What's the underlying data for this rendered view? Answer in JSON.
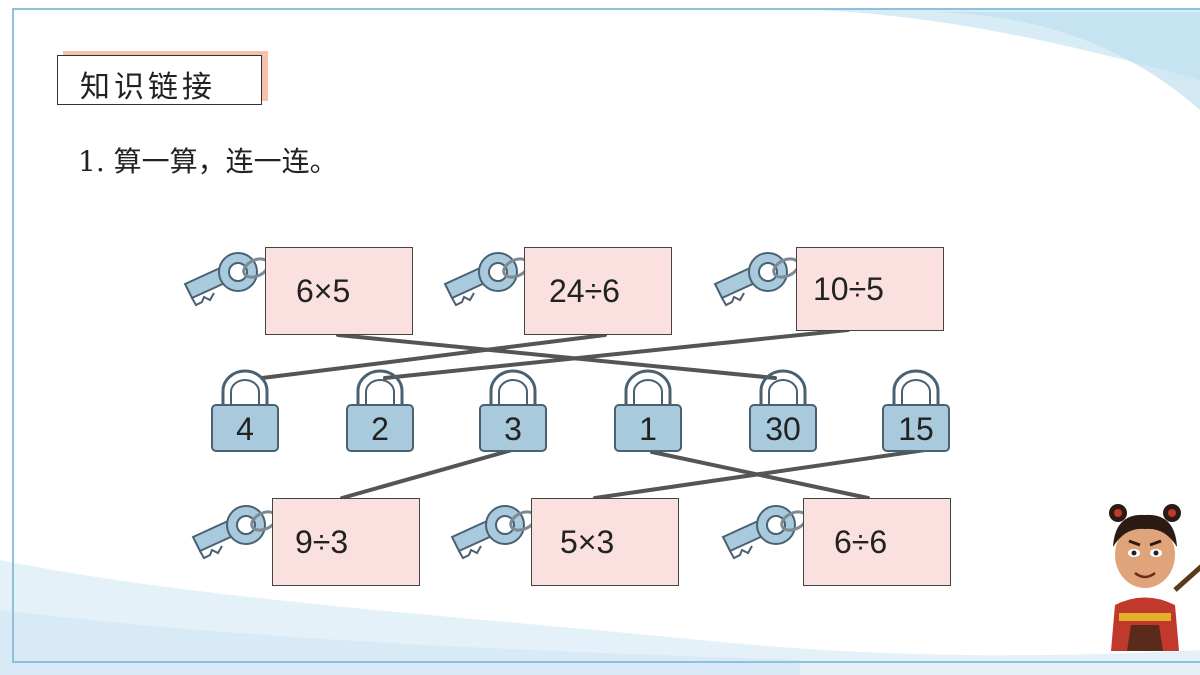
{
  "header": {
    "title": "知识链接"
  },
  "instruction": "1. 算一算，连一连。",
  "keys": {
    "top": [
      {
        "expr": "6×5"
      },
      {
        "expr": "24÷6"
      },
      {
        "expr": "10÷5"
      }
    ],
    "bottom": [
      {
        "expr": "9÷3"
      },
      {
        "expr": "5×3"
      },
      {
        "expr": "6÷6"
      }
    ]
  },
  "locks": [
    {
      "num": "4"
    },
    {
      "num": "2"
    },
    {
      "num": "3"
    },
    {
      "num": "1"
    },
    {
      "num": "30"
    },
    {
      "num": "15"
    }
  ],
  "colors": {
    "card_fill": "#fbe0e0",
    "lock_fill": "#a9c9dc",
    "key_fill": "#a9c9dc",
    "title_shadow": "#f6c1a8",
    "connector": "#555555"
  },
  "decorations": {
    "mascot": "cartoon-character-icon"
  }
}
